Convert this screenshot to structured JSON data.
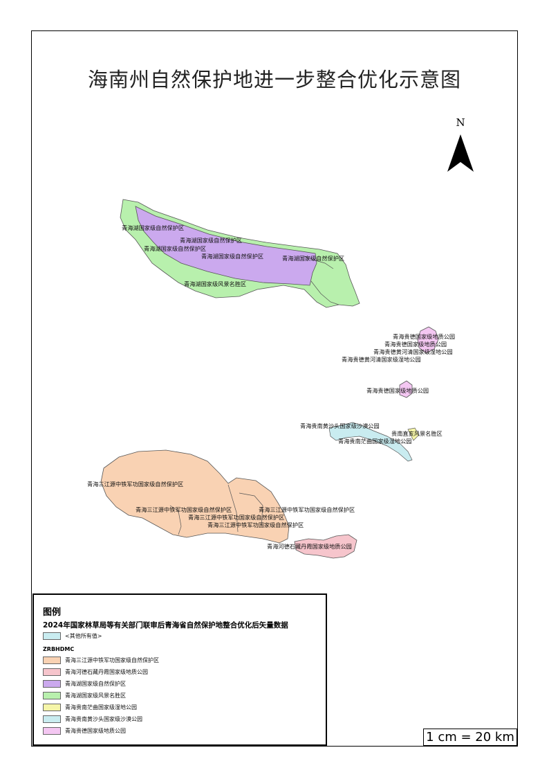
{
  "title": "海南州自然保护地进一步整合优化示意图",
  "north_arrow": "N",
  "scale_text": "1 cm = 20 km",
  "colors": {
    "sanjiangyuan": "#f9d2b3",
    "hedegengcang": "#f6c5cc",
    "qinghaihu_nr": "#cba9ee",
    "qinghaihu_scenic": "#b8f0ad",
    "guinan_wetland": "#f5f5a8",
    "guinan_desert": "#c9ecf0",
    "guide_geopark": "#f4c7f2",
    "other": "#c9ecf0"
  },
  "map_labels": [
    "青海湖国家级自然保护区",
    "青海湖国家级自然保护区",
    "青海湖国家级自然保护区",
    "青海湖国家级自然保护区",
    "青海湖国家级自然保护区",
    "青海湖国家级风景名胜区",
    "青海贵德国家级地质公园",
    "青海贵德国家级地质公园",
    "青海贵德黄河清国家级湿地公园",
    "青海贵德黄河清国家级湿地公园",
    "青海贵德国家级地质公园",
    "青海贵南黄沙头国家级沙漠公园",
    "贵南直亥风景名胜区",
    "青海贵南茫曲国家级湿地公园",
    "青海三江源中铁军功国家级自然保护区",
    "青海三江源中铁军功国家级自然保护区",
    "青海三江源中铁军功国家级自然保护区",
    "青海三江源中铁军功国家级自然保护区",
    "青海三江源中铁军功国家级自然保护区",
    "青海河德石藏丹霞国家级地质公园"
  ],
  "legend": {
    "title": "图例",
    "subtitle": "2024年国家林草局等有关部门联审后青海省自然保护地整合优化后矢量数据",
    "other_label": "<其他所有值>",
    "field_name": "ZRBHDMC",
    "items": [
      {
        "label": "青海三江源中铁军功国家级自然保护区",
        "color_key": "sanjiangyuan"
      },
      {
        "label": "青海河德石藏丹霞国家级地质公园",
        "color_key": "hedegengcang"
      },
      {
        "label": "青海湖国家级自然保护区",
        "color_key": "qinghaihu_nr"
      },
      {
        "label": "青海湖国家级风景名胜区",
        "color_key": "qinghaihu_scenic"
      },
      {
        "label": "青海贵南茫曲国家级湿地公园",
        "color_key": "guinan_wetland"
      },
      {
        "label": "青海贵南黄沙头国家级沙漠公园",
        "color_key": "guinan_desert"
      },
      {
        "label": "青海贵德国家级地质公园",
        "color_key": "guide_geopark"
      }
    ]
  }
}
